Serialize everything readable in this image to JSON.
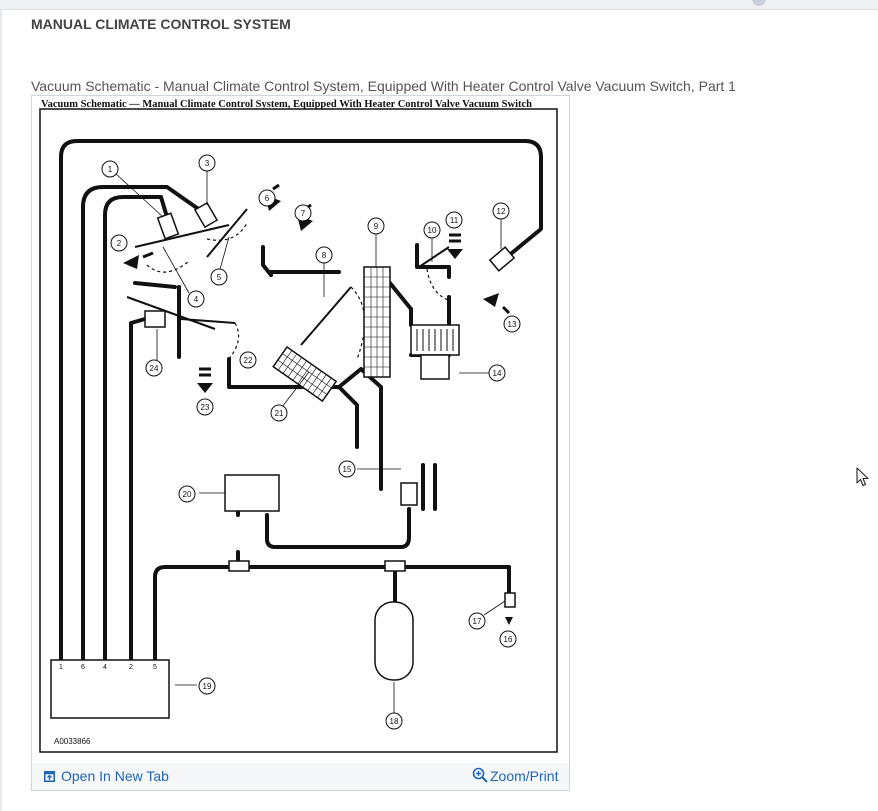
{
  "section": {
    "title": "MANUAL CLIMATE CONTROL SYSTEM"
  },
  "figure": {
    "caption": "Vacuum Schematic - Manual Climate Control System, Equipped With Heater Control Valve Vacuum Switch, Part 1",
    "heading": "Vacuum Schematic — Manual Climate Control System, Equipped With Heater Control Valve Vacuum Switch",
    "code": "A0033866",
    "callouts": [
      "1",
      "2",
      "3",
      "4",
      "5",
      "6",
      "7",
      "8",
      "9",
      "10",
      "11",
      "12",
      "13",
      "14",
      "15",
      "16",
      "17",
      "18",
      "19",
      "20",
      "21",
      "22",
      "23",
      "24"
    ],
    "ports": [
      "1",
      "6",
      "4",
      "2",
      "5"
    ]
  },
  "actions": {
    "open_tab": "Open In New Tab",
    "zoom_print": "Zoom/Print"
  },
  "icons": {
    "open_tab": "open-new-tab-icon",
    "zoom": "zoom-in-icon",
    "cursor": "mouse-pointer-icon"
  },
  "colors": {
    "link": "#1f66b8"
  }
}
